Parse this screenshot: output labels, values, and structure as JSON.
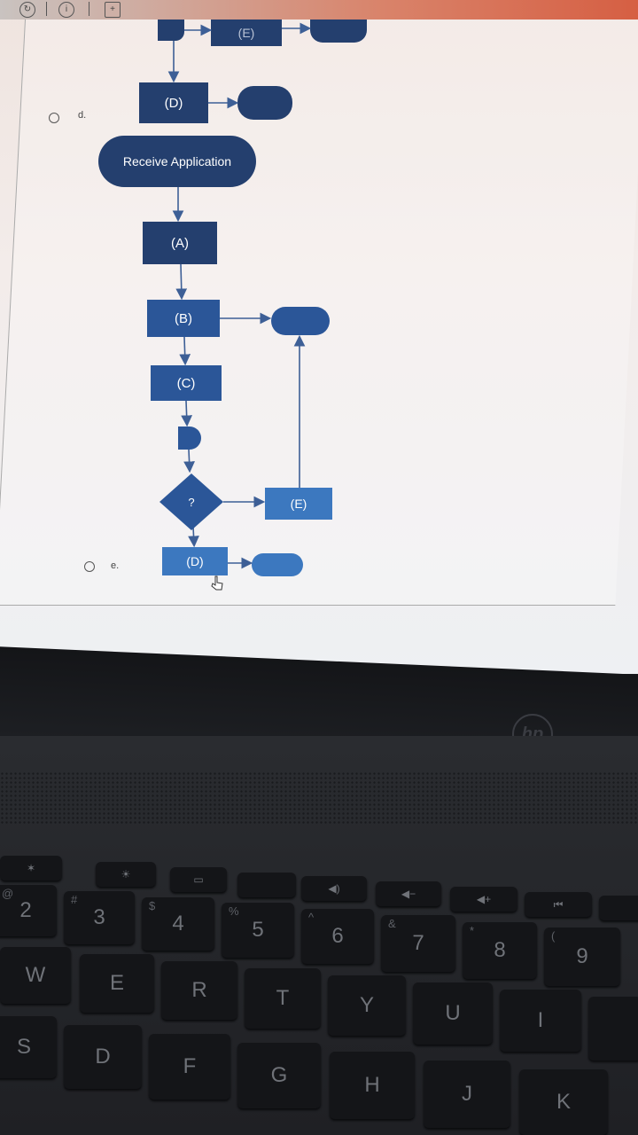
{
  "option_d": {
    "label": "d.",
    "partial_box_e": "(E)",
    "box_d": "(D)"
  },
  "option_e": {
    "label": "e.",
    "start": "Receive Application",
    "box_a": "(A)",
    "box_b": "(B)",
    "box_c": "(C)",
    "decision": "?",
    "box_e": "(E)",
    "box_d": "(D)"
  },
  "laptop": {
    "brand": "hp",
    "fn_keys": [
      "☀",
      "▭",
      "◀)",
      "◀−",
      "◀+",
      "⏮"
    ],
    "number_row": [
      {
        "main": "2",
        "sub": "@"
      },
      {
        "main": "3",
        "sub": "#"
      },
      {
        "main": "4",
        "sub": "$"
      },
      {
        "main": "5",
        "sub": "%"
      },
      {
        "main": "6",
        "sub": "^"
      },
      {
        "main": "7",
        "sub": "&"
      },
      {
        "main": "8",
        "sub": "*"
      },
      {
        "main": "9",
        "sub": "("
      }
    ],
    "row_qwerty": [
      "W",
      "E",
      "R",
      "T",
      "Y",
      "U",
      "I"
    ],
    "row_asdf": [
      "S",
      "D",
      "F",
      "G",
      "H",
      "J",
      "K"
    ]
  },
  "colors": {
    "dark_box": "#243f6e",
    "mid_box": "#2b5698",
    "light_box": "#3c78bf"
  }
}
